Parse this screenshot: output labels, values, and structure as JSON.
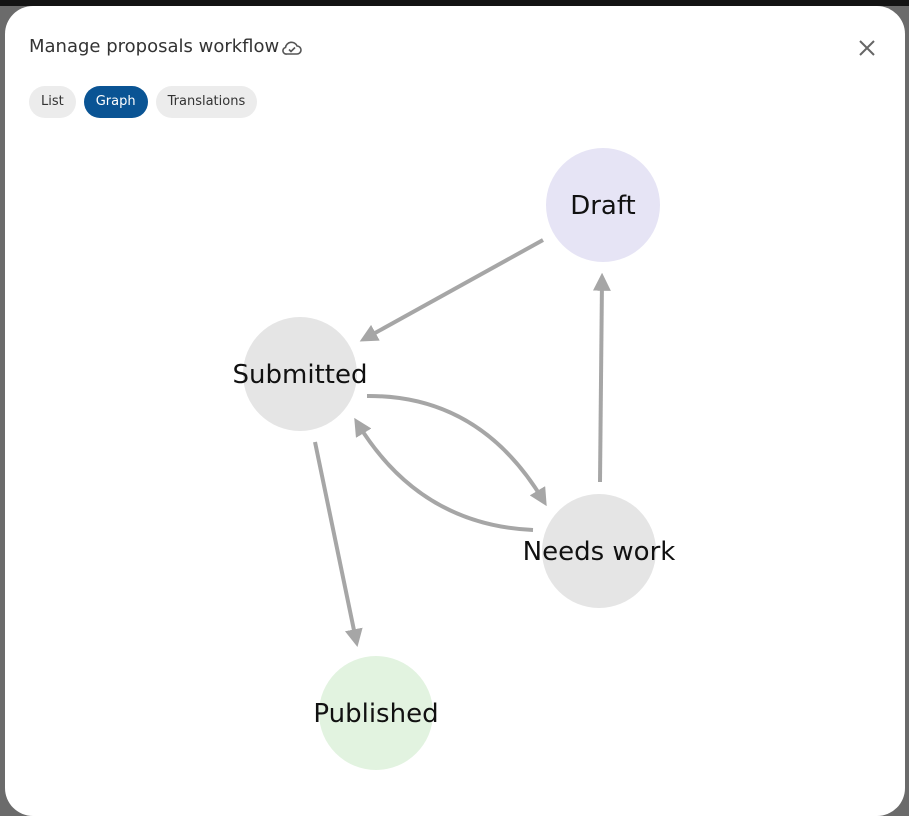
{
  "dialog": {
    "title": "Manage proposals workflow",
    "status_icon": "cloud-check-icon",
    "close_icon": "close-icon"
  },
  "tabs": [
    {
      "label": "List",
      "active": false
    },
    {
      "label": "Graph",
      "active": true
    },
    {
      "label": "Translations",
      "active": false
    }
  ],
  "graph": {
    "nodes": [
      {
        "id": "draft",
        "label": "Draft",
        "color": "#e6e4f5"
      },
      {
        "id": "submitted",
        "label": "Submitted",
        "color": "#e5e5e5"
      },
      {
        "id": "needs_work",
        "label": "Needs work",
        "color": "#e5e5e5"
      },
      {
        "id": "published",
        "label": "Published",
        "color": "#e2f3e0"
      }
    ],
    "edges": [
      {
        "from": "draft",
        "to": "submitted"
      },
      {
        "from": "submitted",
        "to": "needs_work"
      },
      {
        "from": "needs_work",
        "to": "submitted"
      },
      {
        "from": "needs_work",
        "to": "draft"
      },
      {
        "from": "submitted",
        "to": "published"
      }
    ],
    "edge_color": "#a6a6a6"
  }
}
